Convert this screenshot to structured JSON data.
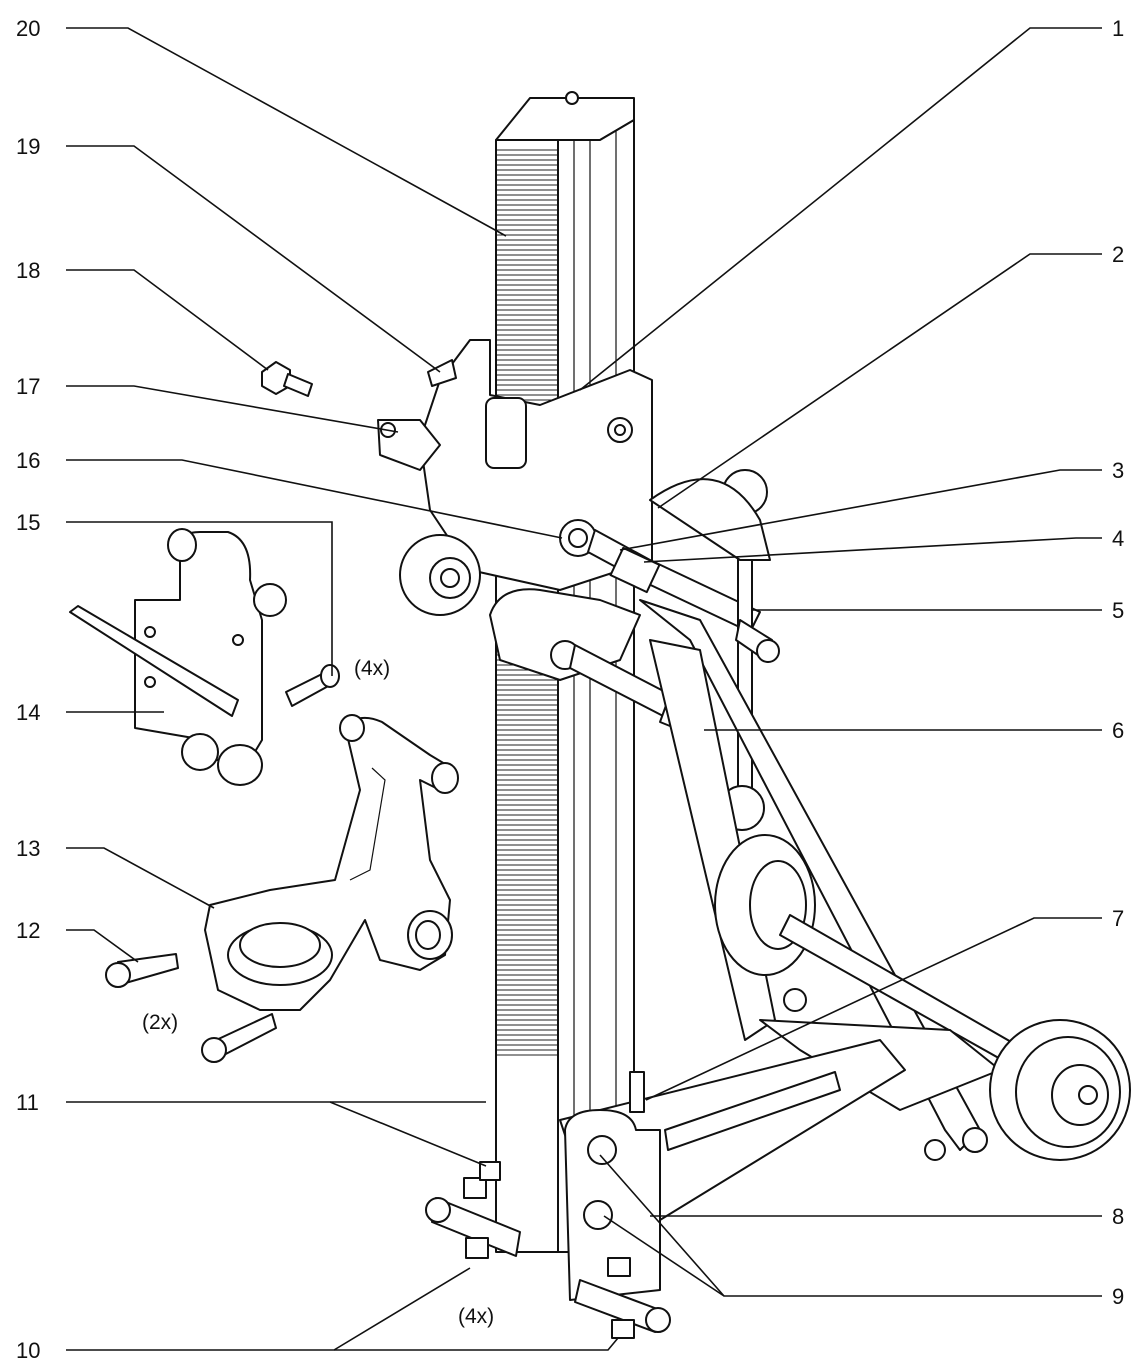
{
  "callouts_left": [
    "20",
    "19",
    "18",
    "17",
    "16",
    "15",
    "14",
    "13",
    "12",
    "11",
    "10"
  ],
  "callouts_right": [
    "1",
    "2",
    "3",
    "4",
    "5",
    "6",
    "7",
    "8",
    "9"
  ],
  "multipliers": {
    "bolt_15": "(4x)",
    "screw_12": "(2x)",
    "base_bolts": "(4x)"
  },
  "icons": {
    "stand": "drill-stand-illustration",
    "carriage": "carriage-part",
    "clamp": "column-clamp-part",
    "bolt": "bolt-part",
    "screw": "socket-screw-part"
  }
}
